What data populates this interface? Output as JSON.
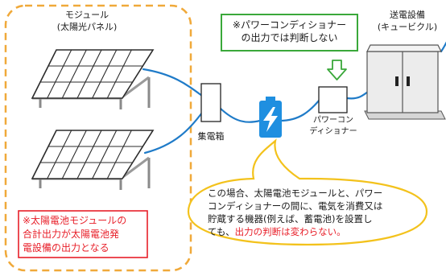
{
  "module_label": [
    "モジュール",
    "(太陽光パネル)"
  ],
  "substation_label": [
    "送電設備",
    "(キュービクル)"
  ],
  "junction_box_label": "集電箱",
  "conditioner_label": [
    "パワーコン",
    "ディショナー"
  ],
  "callout": {
    "lines": [
      "※パワーコンディショナー",
      "の出力では判断しない"
    ],
    "color": "#3aa83a"
  },
  "note": {
    "lines": [
      "※太陽電池モジュールの",
      "合計出力が太陽電池発",
      "電設備の出力となる"
    ],
    "color": "#e8202a"
  },
  "bubble": {
    "lines": [
      "この場合、太陽電池モジュールと、パワー",
      "コンディショナーの間に、電気を消費又は",
      "貯蔵する機器(例えば、蓄電池)を設置し"
    ],
    "last_line_prefix": "ても、",
    "last_line_highlight": "出力の判断は変わらない。",
    "highlight_color": "#e8202a"
  },
  "colors": {
    "dashed_border": "#f0a93a",
    "cable": "#1f7bc8",
    "battery": "#1f8fe0",
    "bubble_border": "#f3c21c"
  }
}
